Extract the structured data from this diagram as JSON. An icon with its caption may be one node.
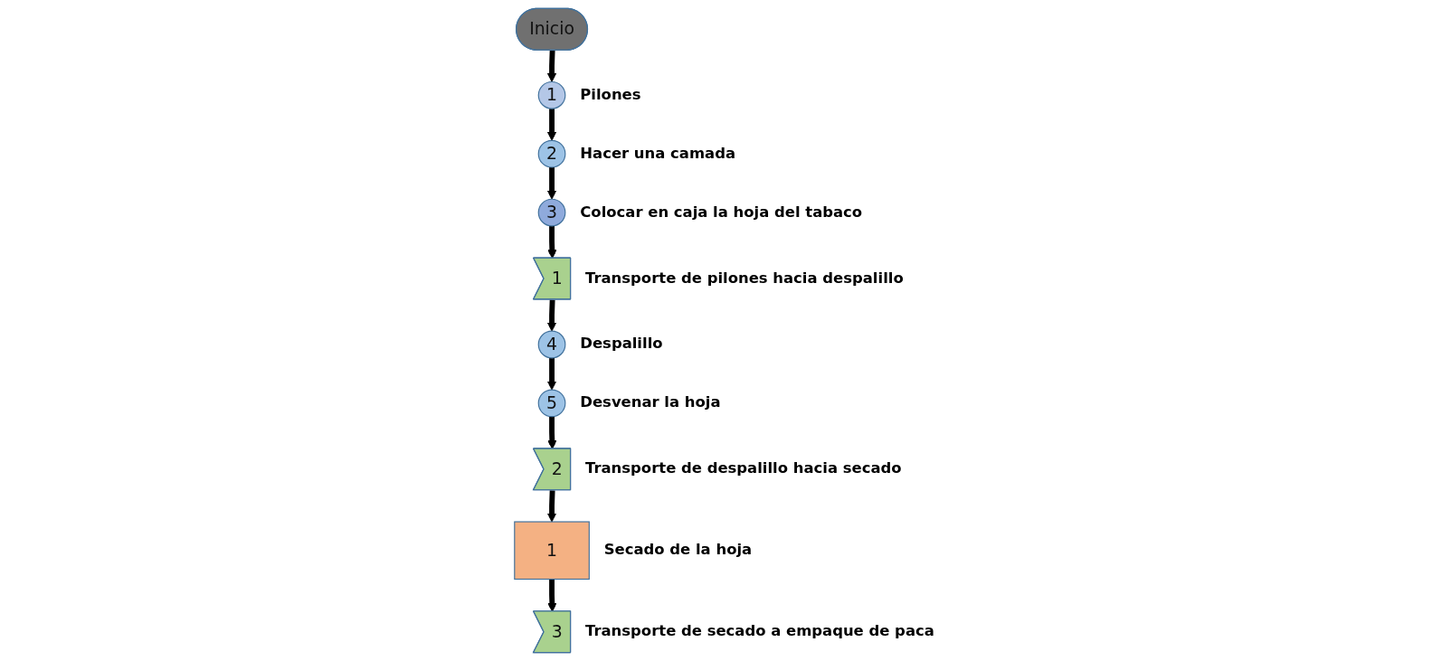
{
  "diagram": {
    "nodes": [
      {
        "text": [
          "Inicio"
        ]
      },
      {
        "text": [
          "1"
        ],
        "beside": [
          "Pilones"
        ]
      },
      {
        "text": [
          "2"
        ],
        "beside": [
          "Hacer una camada"
        ]
      },
      {
        "text": [
          "3"
        ],
        "beside": [
          "Colocar en caja la hoja del tabaco"
        ]
      },
      {
        "text": [
          "1"
        ],
        "beside": [
          "Transporte de pilones hacia despalillo"
        ]
      },
      {
        "text": [
          "4"
        ],
        "beside": [
          "Despalillo"
        ]
      },
      {
        "text": [
          "5"
        ],
        "beside": [
          "Desvenar la hoja"
        ]
      },
      {
        "text": [
          "2"
        ],
        "beside": [
          "Transporte de despalillo hacia secado"
        ]
      },
      {
        "text": [
          "1"
        ],
        "beside": [
          "Secado de la hoja"
        ]
      },
      {
        "text": [
          "3"
        ],
        "beside": [
          "Transporte de secado a empaque de paca"
        ]
      }
    ],
    "edges": [
      {
        "from": 0,
        "to": 1,
        "arrow": "to"
      },
      {
        "from": 1,
        "to": 2,
        "arrow": "to"
      },
      {
        "from": 2,
        "to": 3,
        "arrow": "to"
      },
      {
        "from": 3,
        "to": 4,
        "arrow": "to"
      },
      {
        "from": 4,
        "to": 5,
        "arrow": "to"
      },
      {
        "from": 5,
        "to": 6,
        "arrow": "to"
      },
      {
        "from": 6,
        "to": 7,
        "arrow": "to"
      },
      {
        "from": 7,
        "to": 8,
        "arrow": "to"
      },
      {
        "from": 8,
        "to": 9,
        "arrow": "to"
      }
    ]
  }
}
